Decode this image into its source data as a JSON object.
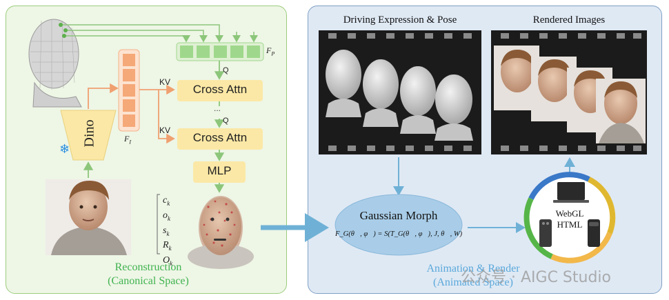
{
  "left_panel": {
    "caption_line1": "Reconstruction",
    "caption_line2": "(Canonical Space)",
    "dino_label": "Dino",
    "snowflake": "❄",
    "fi_label": "F",
    "fi_sub": "I",
    "fp_label": "F",
    "fp_sub": "P",
    "kv1": "KV",
    "kv2": "KV",
    "q1": "Q",
    "q2": "Q",
    "dots": "...",
    "cross_attn_1": "Cross Attn",
    "cross_attn_2": "Cross Attn",
    "mlp": "MLP",
    "params": [
      "c",
      "o",
      "s",
      "R",
      "O"
    ],
    "params_sub": "k"
  },
  "right_panel": {
    "driving_title": "Driving Expression & Pose",
    "rendered_title": "Rendered Images",
    "gaussian_morph": "Gaussian Morph",
    "formula": "F_G(θ⃗, φ⃗) = S(T_G(θ⃗, φ⃗), J, θ⃗, W)",
    "webgl_line1": "WebGL",
    "webgl_line2": "HTML",
    "caption_line1": "Animation & Render",
    "caption_line2": "(Animated Space)"
  },
  "watermark": "公众号 · AIGC Studio",
  "colors": {
    "left_bg": "#eef6e6",
    "left_border": "#9ccc7c",
    "right_bg": "#dfe9f4",
    "right_border": "#7f9fc5",
    "accent_green": "#3fb34f",
    "orange": "#f5a878",
    "block_yellow": "#fbe8a6",
    "token_green": "#9fd88c",
    "morph_blue": "#a9cde8",
    "arrow_blue": "#6fb1d6"
  }
}
